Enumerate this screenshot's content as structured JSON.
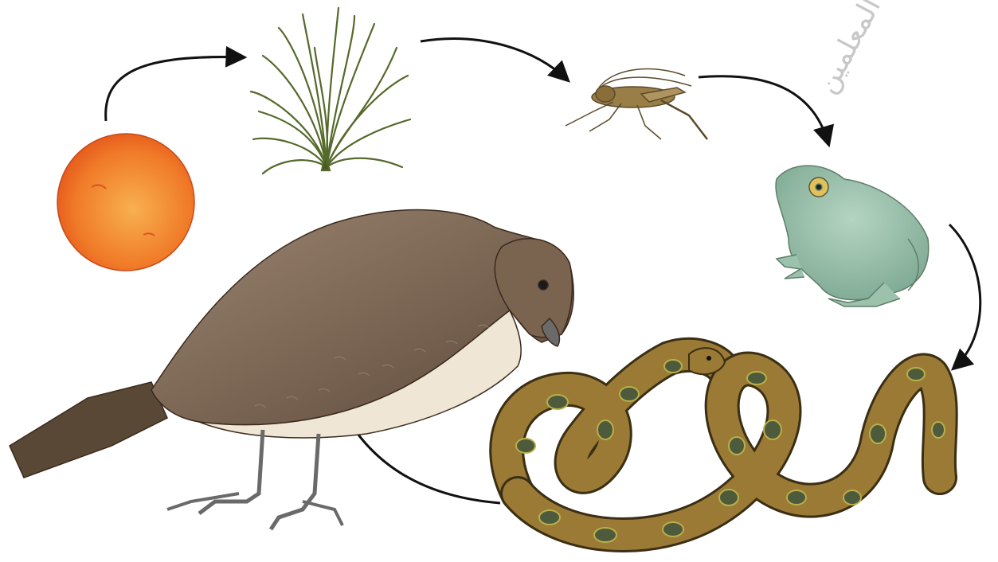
{
  "diagram": {
    "type": "food-chain",
    "nodes": [
      {
        "id": "sun",
        "icon": "sun-icon"
      },
      {
        "id": "grass",
        "icon": "grass-icon"
      },
      {
        "id": "grasshopper",
        "icon": "grasshopper-icon"
      },
      {
        "id": "frog",
        "icon": "frog-icon"
      },
      {
        "id": "snake",
        "icon": "snake-icon"
      },
      {
        "id": "hawk",
        "icon": "hawk-icon"
      }
    ],
    "edges": [
      {
        "from": "sun",
        "to": "grass"
      },
      {
        "from": "grass",
        "to": "grasshopper"
      },
      {
        "from": "grasshopper",
        "to": "frog"
      },
      {
        "from": "frog",
        "to": "snake"
      },
      {
        "from": "snake",
        "to": "hawk"
      }
    ],
    "arrow_color": "#111111"
  },
  "watermark": {
    "text": "مدرس المعلمين",
    "color": "#c8c8c8"
  },
  "colors": {
    "sun": "#f07a28",
    "grass": "#5a6e2e",
    "grasshopper": "#8a7040",
    "frog": "#8fb8a0",
    "snake": "#8a6a2a",
    "snake_spots": "#4a5a3a",
    "hawk_back": "#7a6450",
    "hawk_chest": "#efe6d6"
  }
}
